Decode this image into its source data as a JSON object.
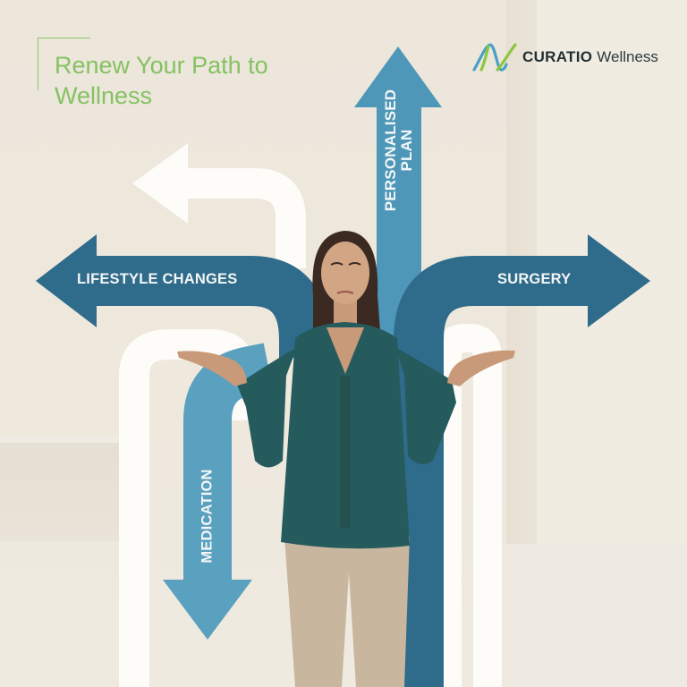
{
  "header": {
    "title_line1": "Renew Your Path to",
    "title_line2": "Wellness",
    "title_color": "#85c262"
  },
  "logo": {
    "brand": "CURATIO",
    "sub": "Wellness",
    "icon": "dna-helix-icon",
    "mark_colors": [
      "#8cc63f",
      "#4a9fc7"
    ]
  },
  "arrows": {
    "up": {
      "label_line1": "PERSONALISED",
      "label_line2": "PLAN",
      "direction": "up",
      "color": "#4e97b8"
    },
    "left": {
      "label": "LIFESTYLE CHANGES",
      "direction": "left",
      "color": "#2f6b8a"
    },
    "right": {
      "label": "SURGERY",
      "direction": "right",
      "color": "#2f6b8a"
    },
    "down": {
      "label": "MEDICATION",
      "direction": "down",
      "color": "#5aa0bf"
    },
    "white_left": {
      "label": "",
      "direction": "left",
      "color": "#fdfcf8"
    }
  },
  "colors": {
    "background": "#ede7dc",
    "arrow_dark": "#2f6b8a",
    "arrow_light": "#4e97b8",
    "blouse": "#265b5e",
    "trousers": "#c8b69f"
  }
}
